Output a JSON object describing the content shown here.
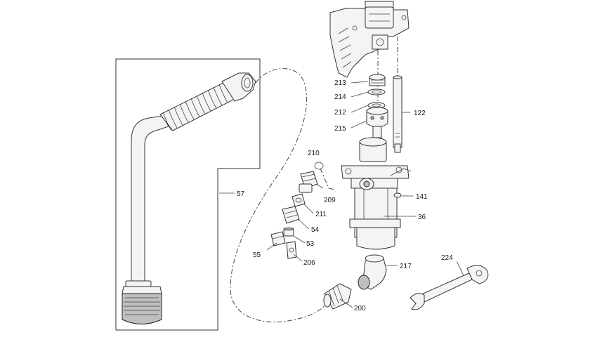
{
  "diagram": {
    "callouts": [
      {
        "id": "213",
        "label": "213"
      },
      {
        "id": "214",
        "label": "214"
      },
      {
        "id": "212",
        "label": "212"
      },
      {
        "id": "215",
        "label": "215"
      },
      {
        "id": "122",
        "label": "122"
      },
      {
        "id": "210",
        "label": "210"
      },
      {
        "id": "209",
        "label": "209"
      },
      {
        "id": "211",
        "label": "211"
      },
      {
        "id": "54",
        "label": "54"
      },
      {
        "id": "53",
        "label": "53"
      },
      {
        "id": "55",
        "label": "55"
      },
      {
        "id": "206",
        "label": "206"
      },
      {
        "id": "141",
        "label": "141"
      },
      {
        "id": "36",
        "label": "36"
      },
      {
        "id": "217",
        "label": "217"
      },
      {
        "id": "224",
        "label": "224"
      },
      {
        "id": "200",
        "label": "200"
      },
      {
        "id": "57",
        "label": "57"
      }
    ]
  }
}
